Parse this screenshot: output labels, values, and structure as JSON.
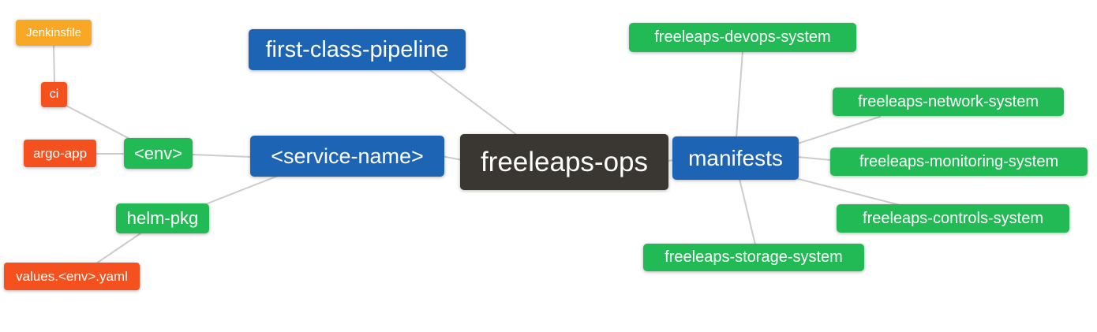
{
  "diagram": {
    "type": "mindmap",
    "root": "freeleaps-ops"
  },
  "colors": {
    "blue": "#1E64B5",
    "green": "#22BA55",
    "orange": "#F9A825",
    "red": "#F4511E",
    "dark": "#3A3733",
    "edge": "#CCCCCC",
    "background": "#FFFFFF",
    "text": "#FFFFFF"
  },
  "nodes": {
    "jenkinsfile": {
      "label": "Jenkinsfile",
      "color": "orange"
    },
    "ci": {
      "label": "ci",
      "color": "red"
    },
    "argo_app": {
      "label": "argo-app",
      "color": "red"
    },
    "env": {
      "label": "<env>",
      "color": "green"
    },
    "helm_pkg": {
      "label": "helm-pkg",
      "color": "green"
    },
    "values_env_yaml": {
      "label": "values.<env>.yaml",
      "color": "red"
    },
    "first_class_pipeline": {
      "label": "first-class-pipeline",
      "color": "blue"
    },
    "service_name": {
      "label": "<service-name>",
      "color": "blue"
    },
    "freeleaps_ops": {
      "label": "freeleaps-ops",
      "color": "dark"
    },
    "manifests": {
      "label": "manifests",
      "color": "blue"
    },
    "devops_system": {
      "label": "freeleaps-devops-system",
      "color": "green"
    },
    "network_system": {
      "label": "freeleaps-network-system",
      "color": "green"
    },
    "monitoring_system": {
      "label": "freeleaps-monitoring-system",
      "color": "green"
    },
    "controls_system": {
      "label": "freeleaps-controls-system",
      "color": "green"
    },
    "storage_system": {
      "label": "freeleaps-storage-system",
      "color": "green"
    }
  },
  "edges": [
    {
      "from": "jenkinsfile",
      "to": "ci"
    },
    {
      "from": "ci",
      "to": "env"
    },
    {
      "from": "argo_app",
      "to": "env"
    },
    {
      "from": "env",
      "to": "service_name"
    },
    {
      "from": "helm_pkg",
      "to": "service_name"
    },
    {
      "from": "values_env_yaml",
      "to": "helm_pkg"
    },
    {
      "from": "first_class_pipeline",
      "to": "freeleaps_ops"
    },
    {
      "from": "service_name",
      "to": "freeleaps_ops"
    },
    {
      "from": "freeleaps_ops",
      "to": "manifests"
    },
    {
      "from": "manifests",
      "to": "devops_system"
    },
    {
      "from": "manifests",
      "to": "network_system"
    },
    {
      "from": "manifests",
      "to": "monitoring_system"
    },
    {
      "from": "manifests",
      "to": "controls_system"
    },
    {
      "from": "manifests",
      "to": "storage_system"
    }
  ]
}
